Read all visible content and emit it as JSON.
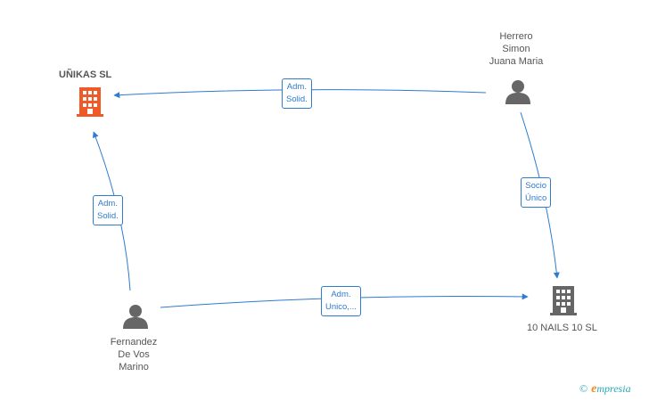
{
  "nodes": {
    "unikas": {
      "name": "UÑIKAS SL",
      "color": "#f05a28"
    },
    "ten_nails": {
      "name": "10 NAILS 10 SL",
      "color": "#666666"
    },
    "herrero": {
      "name": "Herrero\nSimon\nJuana Maria",
      "color": "#666666"
    },
    "fernandez": {
      "name": "Fernandez\nDe Vos\nMarino",
      "color": "#666666"
    }
  },
  "edges": {
    "herrero_to_unikas": "Adm.\nSolid.",
    "fernandez_to_unikas": "Adm.\nSolid.",
    "herrero_to_tennails": "Socio\nÚnico",
    "fernandez_to_tennails": "Adm.\nUnico,..."
  },
  "colors": {
    "edge": "#2e7bcf"
  },
  "footer": {
    "copyright": "©",
    "brand_initial": "e",
    "brand_rest": "mpresia"
  }
}
